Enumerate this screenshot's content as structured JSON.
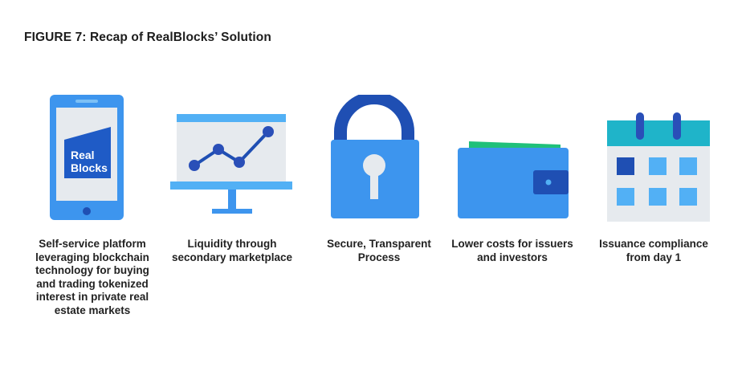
{
  "figure": {
    "title": "FIGURE 7: Recap of RealBlocks’ Solution"
  },
  "items": [
    {
      "icon": "smartphone-icon",
      "logo_line1": "Real",
      "logo_line2": "Blocks",
      "caption_lines": [
        "Self-service platform",
        "leveraging blockchain",
        "technology for buying",
        "and trading tokenized",
        "interest in private real",
        "estate markets"
      ]
    },
    {
      "icon": "presentation-chart-icon",
      "caption_lines": [
        "Liquidity through",
        "secondary marketplace"
      ]
    },
    {
      "icon": "padlock-icon",
      "caption_lines": [
        "Secure, Transparent",
        "Process"
      ]
    },
    {
      "icon": "wallet-icon",
      "caption_lines": [
        "Lower costs for issuers",
        "and investors"
      ]
    },
    {
      "icon": "calendar-icon",
      "caption_lines": [
        "Issuance compliance",
        "from day 1"
      ]
    }
  ],
  "colors": {
    "blue": "#3d95ee",
    "light_blue": "#52b0f5",
    "dark_blue": "#1f4fb3",
    "navy": "#2a4fb8",
    "teal": "#1fb4c9",
    "green": "#1fc07a",
    "light_gray": "#e4e8ec"
  }
}
